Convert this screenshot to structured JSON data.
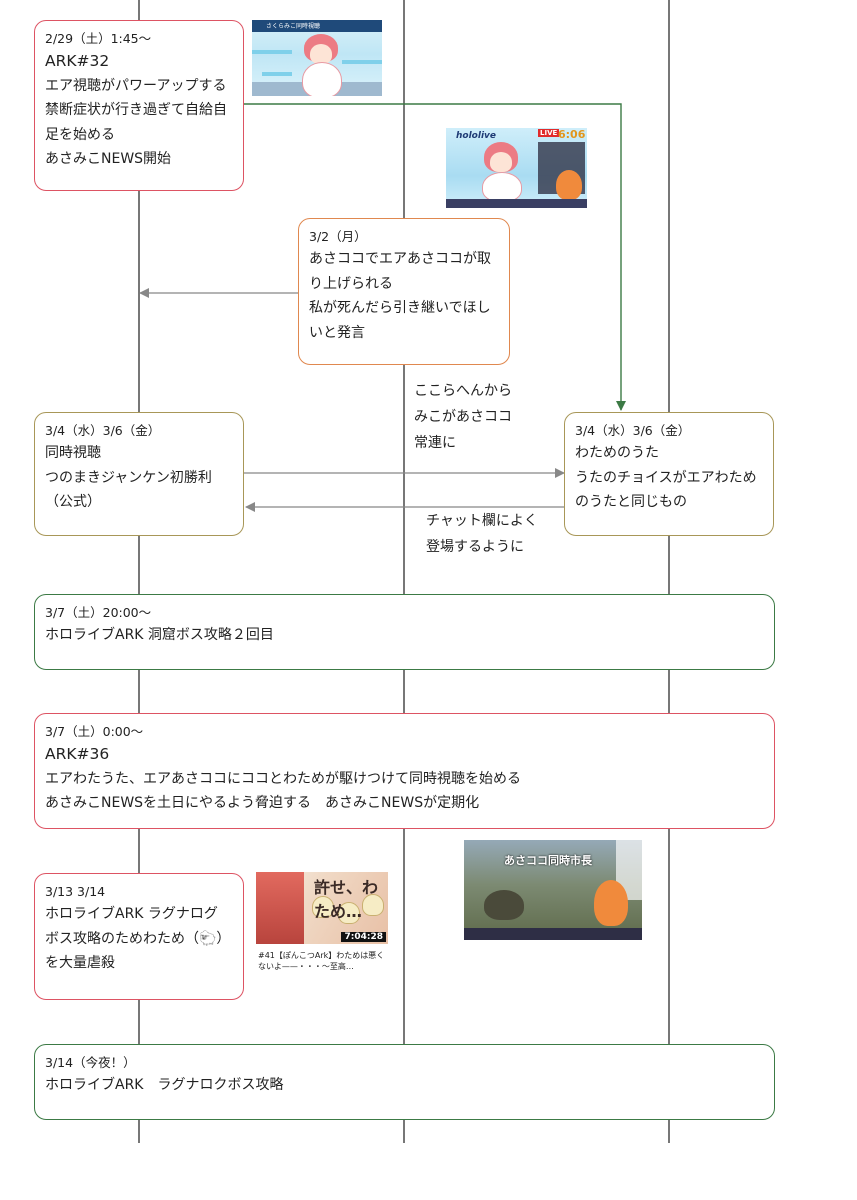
{
  "boxes": {
    "b1": {
      "date": "2/29（土）1:45〜",
      "lines": [
        "ARK#32",
        "エア視聴がパワーアップする",
        "禁断症状が行き過ぎて自給自",
        "足を始める",
        "あさみこNEWS開始"
      ]
    },
    "b2": {
      "date": "3/2（月）",
      "lines": [
        "あさココでエアあさココが取",
        "り上げられる",
        "私が死んだら引き継いでほし",
        "いと発言"
      ]
    },
    "b3": {
      "date": "3/4（水）3/6（金）",
      "lines": [
        "同時視聴",
        "つのまきジャンケン初勝利",
        "（公式）"
      ]
    },
    "b4": {
      "date": "3/4（水）3/6（金）",
      "lines": [
        "わためのうた",
        "うたのチョイスがエアわため",
        "のうたと同じもの"
      ]
    },
    "b5": {
      "date": "3/7（土）20:00〜",
      "lines": [
        "ホロライブARK 洞窟ボス攻略２回目"
      ]
    },
    "b6": {
      "date": "3/7（土）0:00〜",
      "lines": [
        "ARK#36",
        "エアわたうた、エアあさココにココとわためが駆けつけて同時視聴を始める",
        "あさみこNEWSを土日にやるよう脅迫する　あさみこNEWSが定期化"
      ]
    },
    "b7": {
      "date": "3/13 3/14",
      "lines": [
        "ホロライブARK ラグナログ",
        "ボス攻略のためわため（🐑）",
        "を大量虐殺"
      ]
    },
    "b8": {
      "date": "3/14（今夜！）",
      "lines": [
        "ホロライブARK　ラグナロクボス攻略"
      ]
    }
  },
  "notes": {
    "n1": [
      "ここらへんから",
      "みこがあさココ",
      "常連に"
    ],
    "n2": [
      "チャット欄によく",
      "登場するように"
    ]
  },
  "thumbnails": {
    "t1": {
      "bar_text": "さくらみこ同時視聴"
    },
    "t2": {
      "logo": "hololive",
      "badge": "LIVE",
      "clock": "6:06"
    },
    "t3": {
      "title_art": "許せ、わため…",
      "duration": "7:04:28",
      "caption": "#41【ぽんこつArk】わためは悪くないよ——・・・〜至高…"
    },
    "t4": {
      "banner": "あさココ同時市長"
    }
  },
  "colors": {
    "red": "#dd5363",
    "orange": "#e0884f",
    "olive": "#a89758",
    "green": "#3c7a45",
    "timeline": "#555555",
    "arrow_gray": "#888888"
  }
}
